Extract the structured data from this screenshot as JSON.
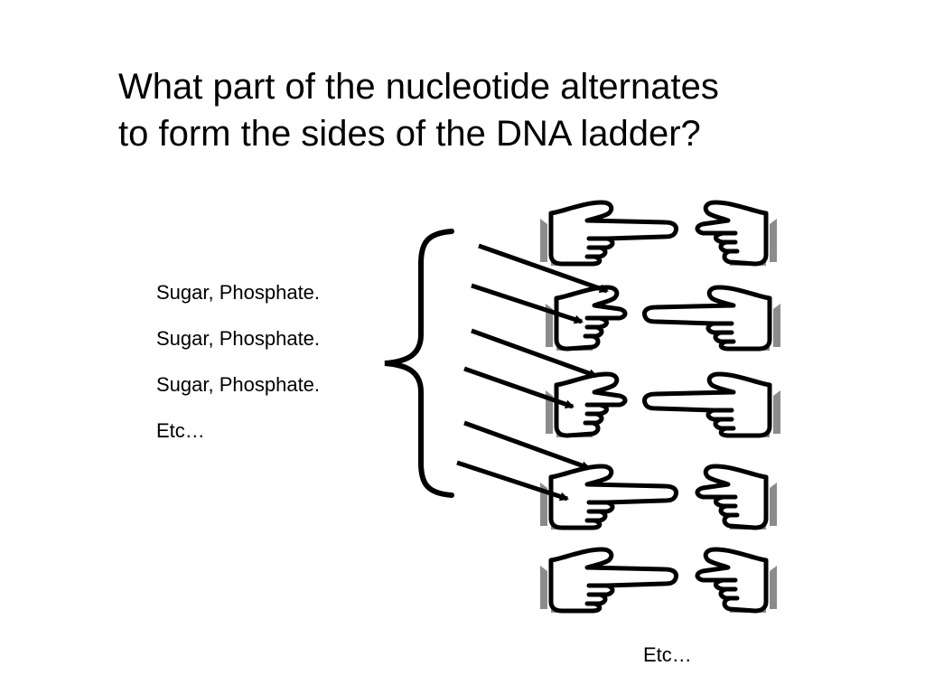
{
  "slide": {
    "title_lines": [
      "What part of the nucleotide alternates",
      "to form the sides of the DNA ladder?"
    ],
    "answers": [
      "Sugar, Phosphate.",
      "Sugar, Phosphate.",
      "Sugar, Phosphate.",
      "Etc…"
    ],
    "footer_note": "Etc…"
  },
  "diagram": {
    "rows": [
      {
        "left_hand": "pointing-right",
        "right_hand": "pointing-left-short"
      },
      {
        "left_hand": "pointing-right-short",
        "right_hand": "pointing-left"
      },
      {
        "left_hand": "pointing-right-short",
        "right_hand": "pointing-left"
      },
      {
        "left_hand": "pointing-right",
        "right_hand": "pointing-left-short"
      },
      {
        "left_hand": "pointing-right",
        "right_hand": "pointing-left-short"
      }
    ],
    "arrow_count": 6,
    "colors": {
      "ink": "#000000",
      "shadow": "#8c8c8c",
      "fill": "#ffffff"
    }
  }
}
